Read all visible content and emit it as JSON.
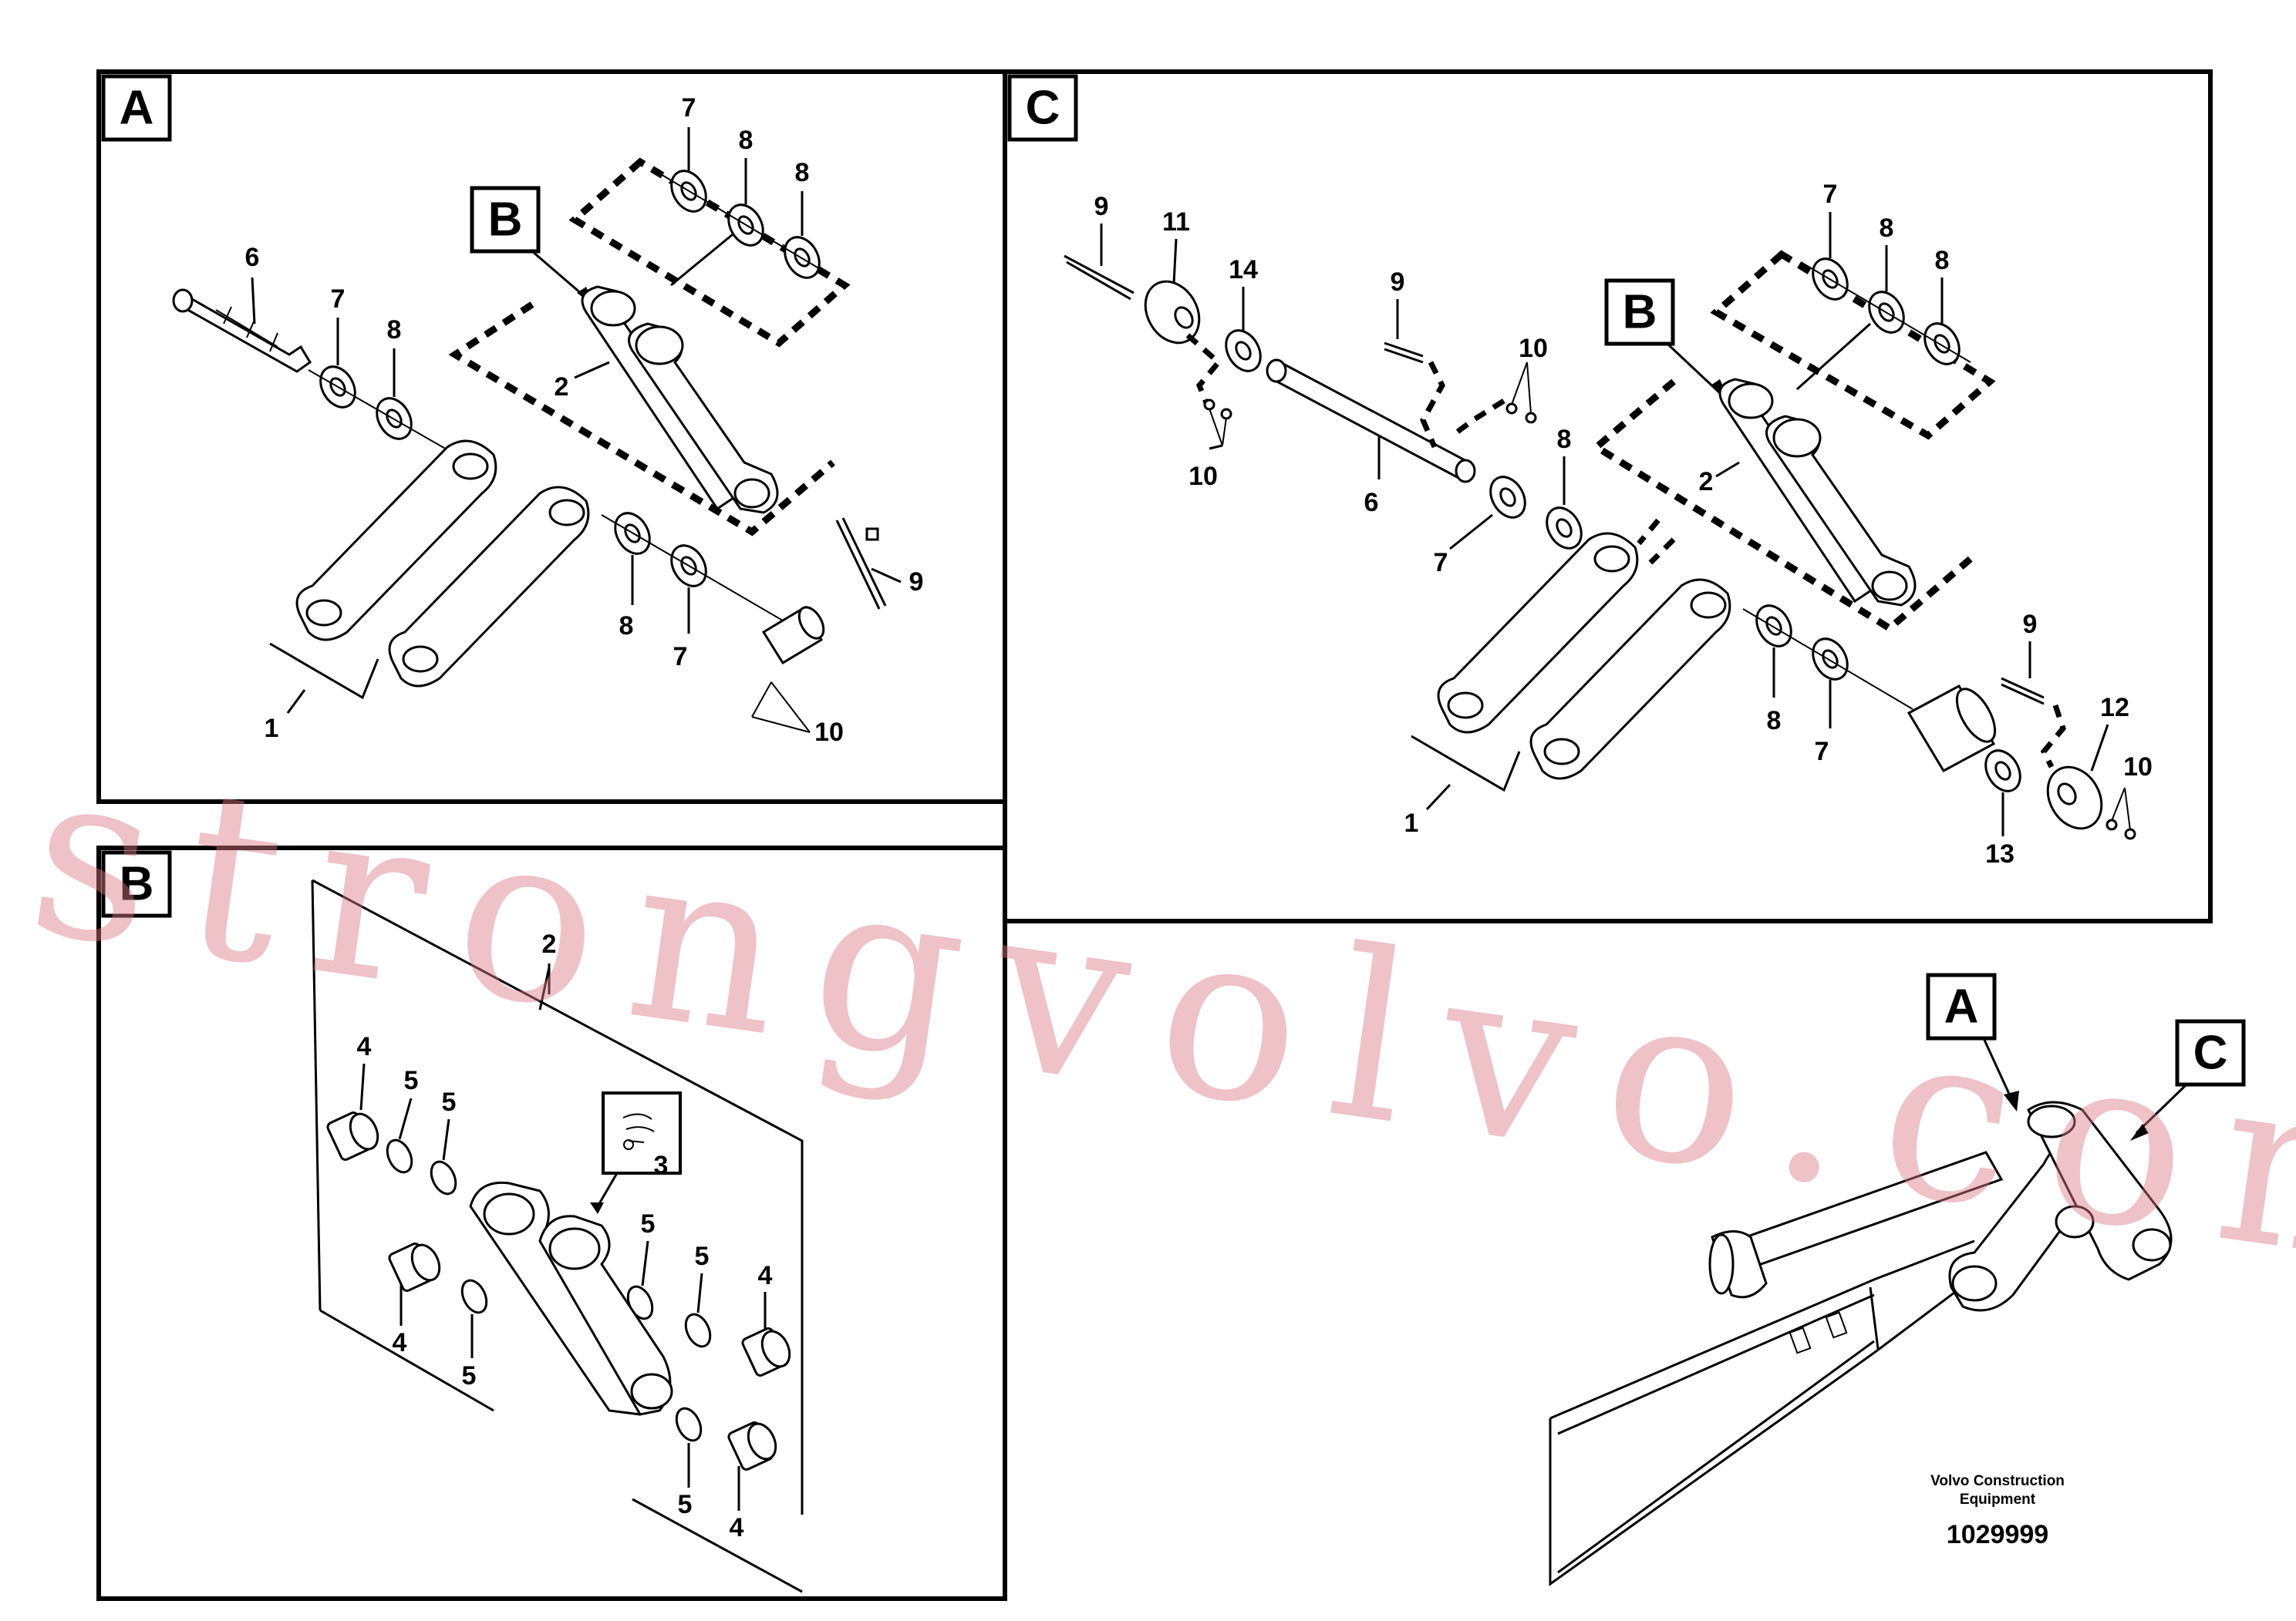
{
  "panels": {
    "a": {
      "tag": "A"
    },
    "b": {
      "tag": "B"
    },
    "c": {
      "tag": "C"
    }
  },
  "callout_tags": {
    "panel_a_to_b": "B",
    "panel_c_to_b": "B",
    "overview_a": "A",
    "overview_c": "C"
  },
  "panel_a_labels": [
    "7",
    "8",
    "8",
    "6",
    "7",
    "8",
    "2",
    "9",
    "8",
    "7",
    "10",
    "1"
  ],
  "panel_b_labels": [
    "2",
    "4",
    "5",
    "5",
    "3",
    "5",
    "5",
    "4",
    "4",
    "5",
    "5",
    "4"
  ],
  "panel_c_labels": [
    "9",
    "11",
    "14",
    "9",
    "10",
    "10",
    "6",
    "8",
    "7",
    "7",
    "8",
    "8",
    "2",
    "9",
    "12",
    "10",
    "8",
    "7",
    "13",
    "1"
  ],
  "watermark": "strongvolvo.com",
  "footer": {
    "company_line1": "Volvo Construction",
    "company_line2": "Equipment",
    "figure_number": "1029999"
  }
}
